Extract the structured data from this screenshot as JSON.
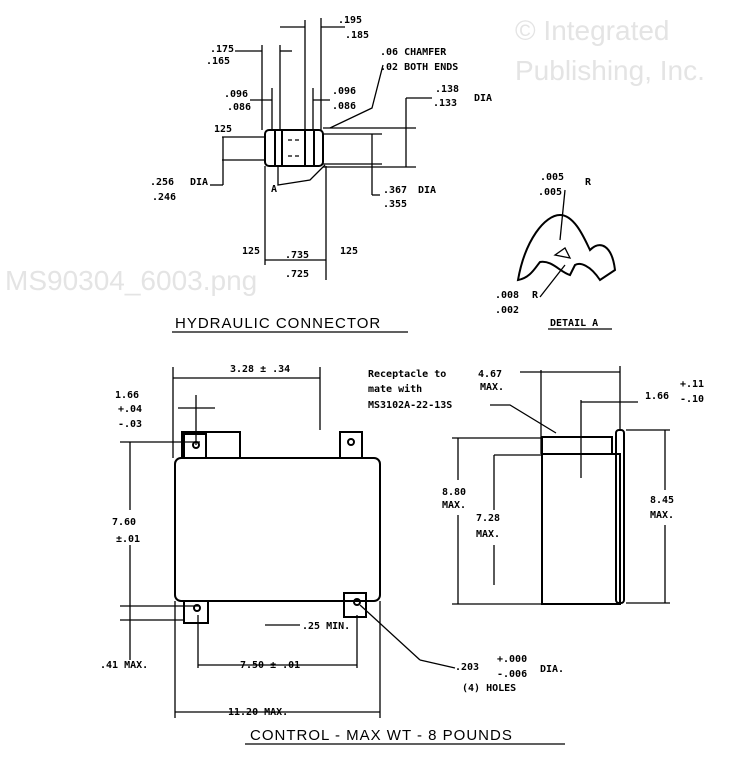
{
  "watermark": {
    "line1": "© Integrated",
    "line2": "Publishing, Inc.",
    "line3": "MS90304_6003.png"
  },
  "hydraulic_connector": {
    "title": "HYDRAULIC CONNECTOR",
    "dim_top_right_a": ".195",
    "dim_top_right_b": ".185",
    "dim_top_left_a": ".175",
    "dim_top_left_b": ".165",
    "chamfer_a": ".06 CHAMFER",
    "chamfer_b": ".02 BOTH ENDS",
    "dim_left_096_a": ".096",
    "dim_left_096_b": ".086",
    "dim_right_096_a": ".096",
    "dim_right_096_b": ".086",
    "dia_right_a": ".138",
    "dia_right_b": ".133",
    "dia_right_suffix": "DIA",
    "angle_left": "125",
    "dia_left_a": ".256",
    "dia_left_b": ".246",
    "dia_left_suffix": "DIA",
    "detail_ref": "A",
    "dia_mid_a": ".367",
    "dia_mid_b": ".355",
    "dia_mid_suffix": "DIA",
    "angle_bottom_left": "125",
    "angle_bottom_right": "125",
    "length_a": ".735",
    "length_b": ".725"
  },
  "detail_a": {
    "title": "DETAIL A",
    "r_top_a": ".005",
    "r_top_b": ".005",
    "r_top_suffix": "R",
    "r_bot_a": ".008",
    "r_bot_b": ".002",
    "r_bot_suffix": "R"
  },
  "control": {
    "title": "CONTROL - MAX WT - 8 POUNDS",
    "width_top": "3.28 ± .34",
    "offset_a": "1.66",
    "offset_b": "+.04",
    "offset_c": "-.03",
    "height_a": "7.60",
    "height_b": "±.01",
    "min_25": ".25 MIN.",
    "max_41": ".41 MAX.",
    "spacing": "7.50 ± .01",
    "overall_width": "11.20 MAX.",
    "hole_a": ".203",
    "hole_b": "+.000",
    "hole_c": "-.006",
    "hole_d": "DIA.",
    "hole_e": "(4) HOLES",
    "recept_1": "Receptacle to",
    "recept_2": "mate with",
    "recept_3": "MS3102A-22-13S",
    "recept_max_a": "4.67",
    "recept_max_b": "MAX.",
    "side_offset_a": "1.66",
    "side_offset_b": "+.11",
    "side_offset_c": "-.10",
    "h880_a": "8.80",
    "h880_b": "MAX.",
    "h728_a": "7.28",
    "h728_b": "MAX.",
    "h845_a": "8.45",
    "h845_b": "MAX."
  }
}
